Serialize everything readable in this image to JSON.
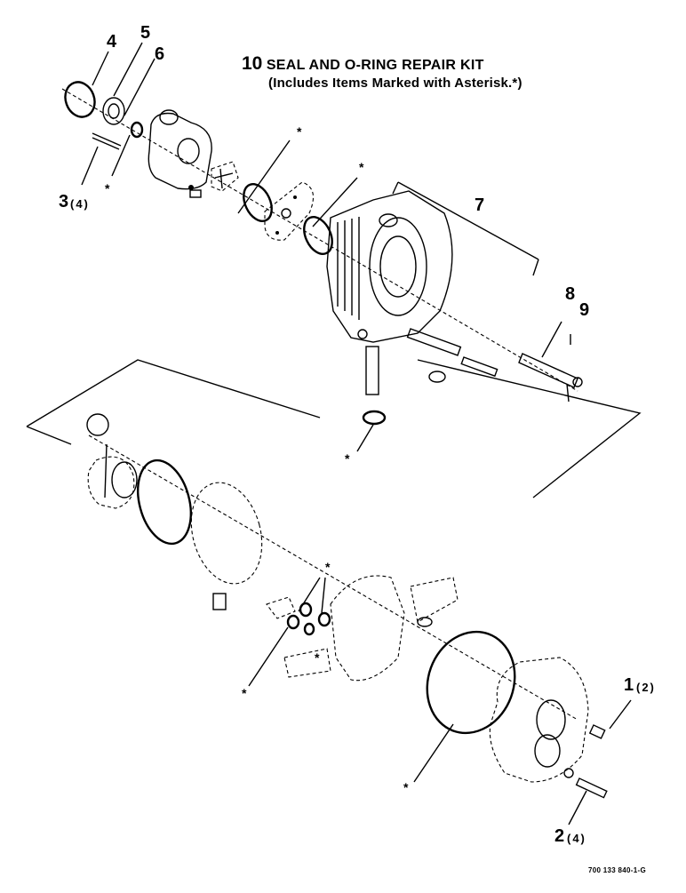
{
  "kit": {
    "number": "10",
    "title": "SEAL AND O-RING REPAIR KIT",
    "subtitle": "(Includes Items Marked with Asterisk.*)"
  },
  "callouts": [
    {
      "id": "1",
      "qty": "(2)"
    },
    {
      "id": "2",
      "qty": "(4)"
    },
    {
      "id": "3",
      "qty": "(4)"
    },
    {
      "id": "4",
      "qty": ""
    },
    {
      "id": "5",
      "qty": ""
    },
    {
      "id": "6",
      "qty": ""
    },
    {
      "id": "7",
      "qty": ""
    },
    {
      "id": "8",
      "qty": ""
    },
    {
      "id": "9",
      "qty": ""
    }
  ],
  "asterisk": "*",
  "figure_id": "700 133 840-1-G"
}
